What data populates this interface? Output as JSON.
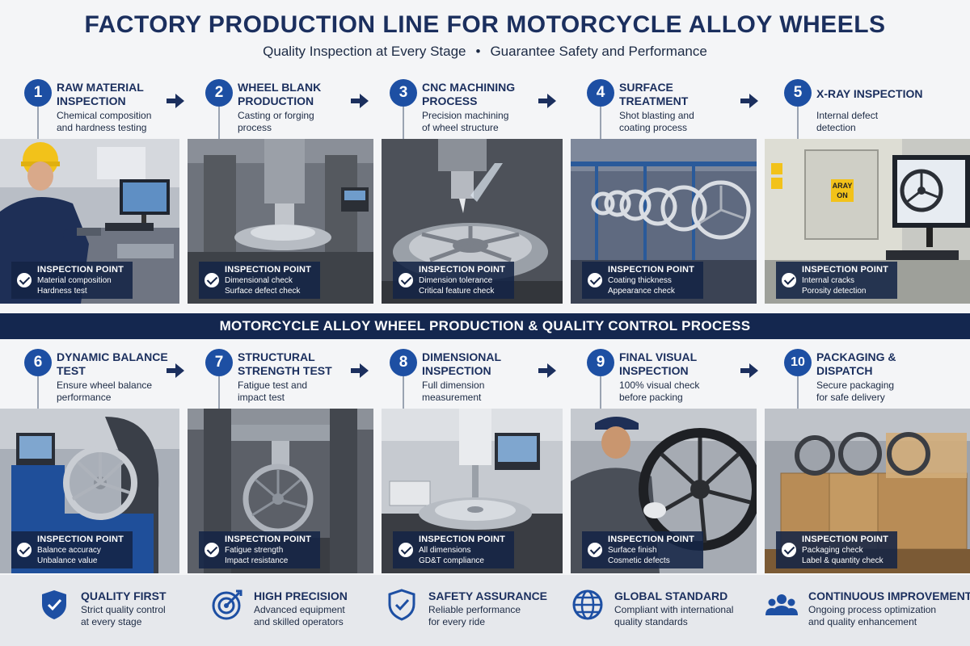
{
  "header": {
    "title": "FACTORY PRODUCTION LINE FOR MOTORCYCLE ALLOY WHEELS",
    "subtitle_left": "Quality Inspection at Every Stage",
    "subtitle_sep": "•",
    "subtitle_right": "Guarantee Safety and Performance"
  },
  "mid_banner": "MOTORCYCLE ALLOY WHEEL PRODUCTION & QUALITY CONTROL PROCESS",
  "steps": [
    {
      "num": "1",
      "title1": "RAW MATERIAL",
      "title2": "INSPECTION",
      "desc1": "Chemical composition",
      "desc2": "and hardness testing",
      "ip_heading": "INSPECTION POINT",
      "ip_line1": "Material composition",
      "ip_line2": "Hardness test"
    },
    {
      "num": "2",
      "title1": "WHEEL BLANK",
      "title2": "PRODUCTION",
      "desc1": "Casting or forging",
      "desc2": "process",
      "ip_heading": "INSPECTION POINT",
      "ip_line1": "Dimensional check",
      "ip_line2": "Surface defect check"
    },
    {
      "num": "3",
      "title1": "CNC MACHINING",
      "title2": "PROCESS",
      "desc1": "Precision machining",
      "desc2": "of wheel structure",
      "ip_heading": "INSPECTION POINT",
      "ip_line1": "Dimension tolerance",
      "ip_line2": "Critical feature check"
    },
    {
      "num": "4",
      "title1": "SURFACE",
      "title2": "TREATMENT",
      "desc1": "Shot blasting and",
      "desc2": "coating process",
      "ip_heading": "INSPECTION POINT",
      "ip_line1": "Coating thickness",
      "ip_line2": "Appearance check"
    },
    {
      "num": "5",
      "title1": "X-RAY INSPECTION",
      "title2": "",
      "desc1": "Internal defect",
      "desc2": "detection",
      "ip_heading": "INSPECTION POINT",
      "ip_line1": "Internal cracks",
      "ip_line2": "Porosity detection",
      "sign_text1": "ARAY",
      "sign_text2": "ON"
    },
    {
      "num": "6",
      "title1": "DYNAMIC BALANCE",
      "title2": "TEST",
      "desc1": "Ensure wheel balance",
      "desc2": "performance",
      "ip_heading": "INSPECTION POINT",
      "ip_line1": "Balance accuracy",
      "ip_line2": "Unbalance value"
    },
    {
      "num": "7",
      "title1": "STRUCTURAL",
      "title2": "STRENGTH TEST",
      "desc1": "Fatigue test and",
      "desc2": "impact test",
      "ip_heading": "INSPECTION POINT",
      "ip_line1": "Fatigue strength",
      "ip_line2": "Impact resistance"
    },
    {
      "num": "8",
      "title1": "DIMENSIONAL",
      "title2": "INSPECTION",
      "desc1": "Full dimension",
      "desc2": "measurement",
      "ip_heading": "INSPECTION POINT",
      "ip_line1": "All dimensions",
      "ip_line2": "GD&T compliance"
    },
    {
      "num": "9",
      "title1": "FINAL VISUAL",
      "title2": "INSPECTION",
      "desc1": "100% visual check",
      "desc2": "before packing",
      "ip_heading": "INSPECTION POINT",
      "ip_line1": "Surface finish",
      "ip_line2": "Cosmetic defects"
    },
    {
      "num": "10",
      "title1": "PACKAGING &",
      "title2": "DISPATCH",
      "desc1": "Secure packaging",
      "desc2": "for safe delivery",
      "ip_heading": "INSPECTION POINT",
      "ip_line1": "Packaging check",
      "ip_line2": "Label & quantity check"
    }
  ],
  "features": [
    {
      "icon": "shield-check-icon",
      "title": "QUALITY FIRST",
      "desc1": "Strict quality control",
      "desc2": "at every stage"
    },
    {
      "icon": "target-icon",
      "title": "HIGH PRECISION",
      "desc1": "Advanced equipment",
      "desc2": "and skilled operators"
    },
    {
      "icon": "shield-check-icon",
      "title": "SAFETY ASSURANCE",
      "desc1": "Reliable performance",
      "desc2": "for every ride"
    },
    {
      "icon": "globe-icon",
      "title": "GLOBAL STANDARD",
      "desc1": "Compliant with international",
      "desc2": "quality standards"
    },
    {
      "icon": "team-icon",
      "title": "CONTINUOUS IMPROVEMENT",
      "desc1": "Ongoing process optimization",
      "desc2": "and quality enhancement"
    }
  ],
  "colors": {
    "brand_navy": "#1b2f5e",
    "step_blue": "#1d4fa3",
    "banner_navy": "#14274f"
  }
}
